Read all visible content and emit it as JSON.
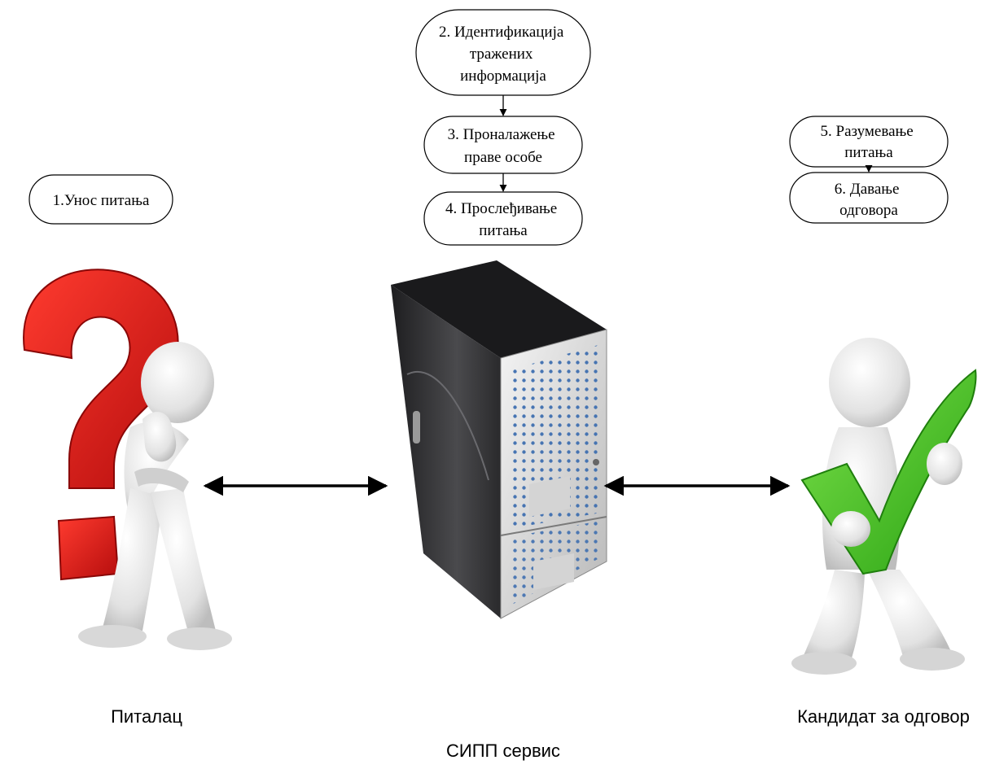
{
  "steps": {
    "s1": [
      "1.Унос питања"
    ],
    "s2": [
      "2. Идентификација",
      "тражених",
      "информација"
    ],
    "s3": [
      "3. Проналажење",
      "праве особе"
    ],
    "s4": [
      "4. Прослеђивање",
      "питања"
    ],
    "s5": [
      "5. Разумевање",
      "питања"
    ],
    "s6": [
      "6. Давање",
      "одговора"
    ]
  },
  "captions": {
    "asker": "Питалац",
    "service": "СИПП сервис",
    "candidate": "Кандидат за одговор"
  },
  "icons": {
    "asker": "person-thinking-with-question-mark-icon",
    "server": "server-tower-icon",
    "candidate": "person-holding-checkmark-icon"
  },
  "colors": {
    "question_mark": "#e0191a",
    "checkmark": "#43c91f",
    "server_body": "#3a3a3c",
    "figure": "#e8e8e8"
  }
}
